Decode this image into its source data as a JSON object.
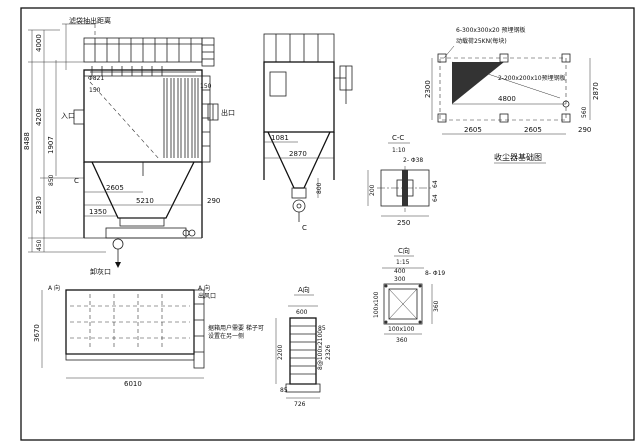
{
  "front_view": {
    "top_note": "滤袋抽出距离",
    "dim_overall_height": "8488",
    "dim_top": "4000",
    "dim_middle": "4208",
    "dim_inlet": "1907",
    "dim_850": "850",
    "dim_hopper": "2830",
    "dim_bottom": "450",
    "dim_2605": "2605",
    "dim_5210": "5210",
    "dim_1350": "1350",
    "dim_290": "290",
    "dim_150_a": "150",
    "dim_150_b": "150",
    "dim_821": "Φ821",
    "inlet_label": "入口",
    "outlet_label": "出口",
    "discharge_label": "卸灰口",
    "marker_c": "C"
  },
  "side_view": {
    "dim_1081": "1081",
    "dim_2870": "2870",
    "dim_800": "800",
    "marker_c": "C"
  },
  "foundation": {
    "title": "收尘器基础图",
    "plate_note": "6-300x300x20 预埋钢板",
    "load_note": "动载荷25KN(每块)",
    "plate2_note": "2-200x200x10预埋钢板",
    "dim_2300": "2300",
    "dim_2870": "2870",
    "dim_4800": "4800",
    "dim_560": "560",
    "dim_2605_a": "2605",
    "dim_2605_b": "2605",
    "dim_290": "290"
  },
  "section_cc": {
    "title": "C-C",
    "scale": "1:10",
    "hole": "2- Φ38",
    "dim_200": "200",
    "dim_250": "250",
    "dim_64a": "64",
    "dim_64b": "64"
  },
  "view_c": {
    "title": "C向",
    "scale": "1:15",
    "dim_400": "400",
    "dim_300": "300",
    "hole": "8- Φ19",
    "dim_360_right": "360",
    "dim_100x100_left": "100x100",
    "dim_100x100_bottom": "100x100",
    "dim_360_bottom": "360"
  },
  "top_view": {
    "label_a_left": "A 向",
    "label_a_right": "A 向",
    "outlet_label": "出风口",
    "dim_3670": "3670",
    "dim_6010": "6010",
    "note_line1": "据箱用户需要 梯子可",
    "note_line2": "设置在另一侧"
  },
  "view_a": {
    "title": "A向",
    "dim_600": "600",
    "dim_2200": "2200",
    "dim_stack": "8@100x2100",
    "dim_2326": "2326",
    "dim_85_top": "85",
    "dim_85_bot": "85",
    "dim_726": "726"
  }
}
